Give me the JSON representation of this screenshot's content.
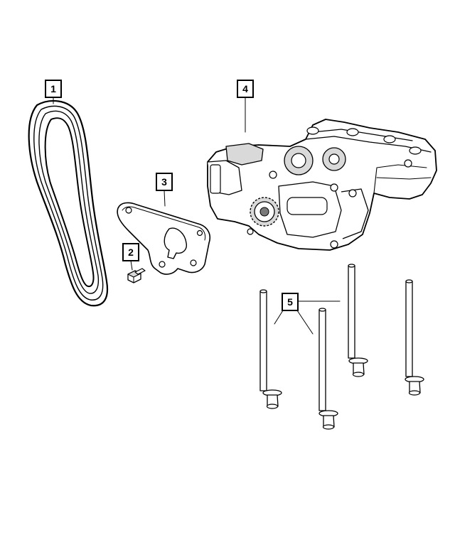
{
  "callouts": [
    {
      "id": "1",
      "label": "1"
    },
    {
      "id": "2",
      "label": "2"
    },
    {
      "id": "3",
      "label": "3"
    },
    {
      "id": "4",
      "label": "4"
    },
    {
      "id": "5",
      "label": "5"
    }
  ],
  "parts": {
    "belt": "drive-belt",
    "bolt": "bolt",
    "gasket": "gasket",
    "pump": "balance-shaft-oil-pump-module",
    "long_bolts": "long-bolts"
  }
}
